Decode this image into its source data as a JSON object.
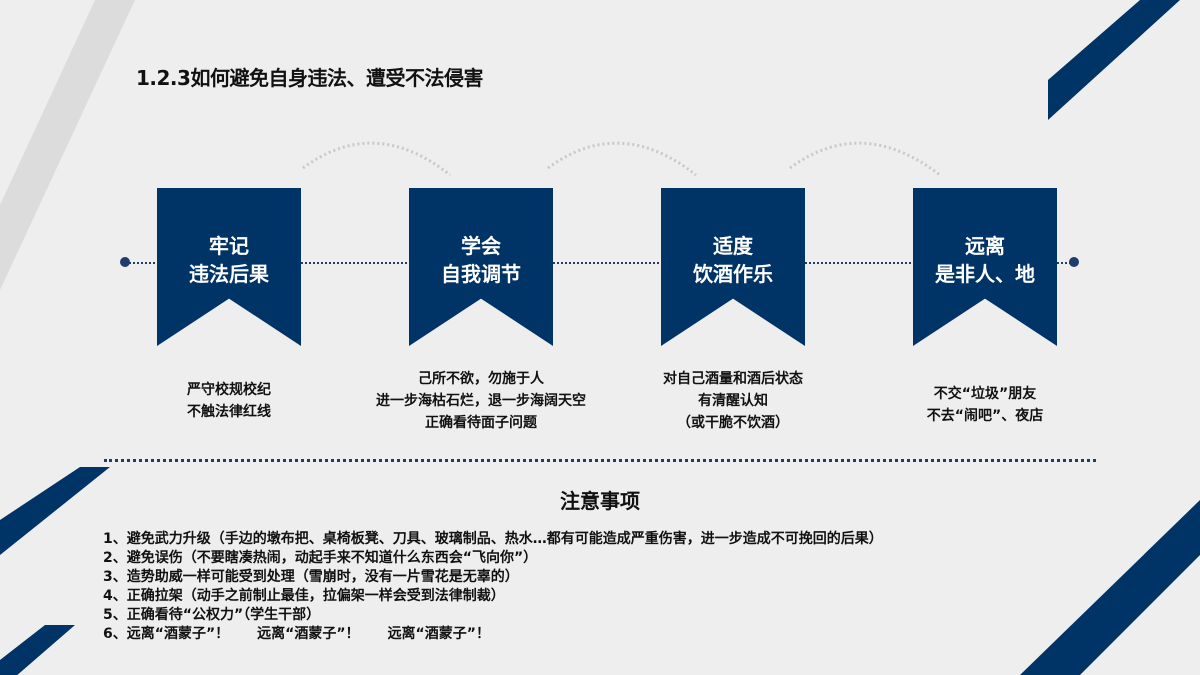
{
  "title": "1.2.3如何避免自身违法、遭受不法侵害",
  "steps": [
    {
      "line1": "牢记",
      "line2": "违法后果",
      "desc": [
        "严守校规校纪",
        "不触法律红线"
      ]
    },
    {
      "line1": "学会",
      "line2": "自我调节",
      "desc": [
        "己所不欲，勿施于人",
        "进一步海枯石烂，退一步海阔天空",
        "正确看待面子问题"
      ]
    },
    {
      "line1": "适度",
      "line2": "饮酒作乐",
      "desc": [
        "对自己酒量和酒后状态",
        "有清醒认知",
        "（或干脆不饮酒）"
      ]
    },
    {
      "line1": "远离",
      "line2": "是非人、地",
      "desc": [
        "不交“垃圾”朋友",
        "不去“闹吧”、夜店"
      ]
    }
  ],
  "notice_title": "注意事项",
  "notes": [
    "1、避免武力升级（手边的墩布把、桌椅板凳、刀具、玻璃制品、热水…都有可能造成严重伤害，进一步造成不可挽回的后果）",
    "2、避免误伤（不要瞎凑热闹，动起手来不知道什么东西会“飞向你”）",
    "3、造势助威一样可能受到处理（雪崩时，没有一片雪花是无辜的）",
    "4、正确拉架（动手之前制止最佳，拉偏架一样会受到法律制裁）",
    "5、正确看待“公权力”（学生干部）"
  ],
  "note6": [
    "6、远离“酒蒙子”！",
    "远离“酒蒙子”！",
    "远离“酒蒙子”！"
  ],
  "colors": {
    "navy": "#003366",
    "background": "#eeeeee"
  }
}
